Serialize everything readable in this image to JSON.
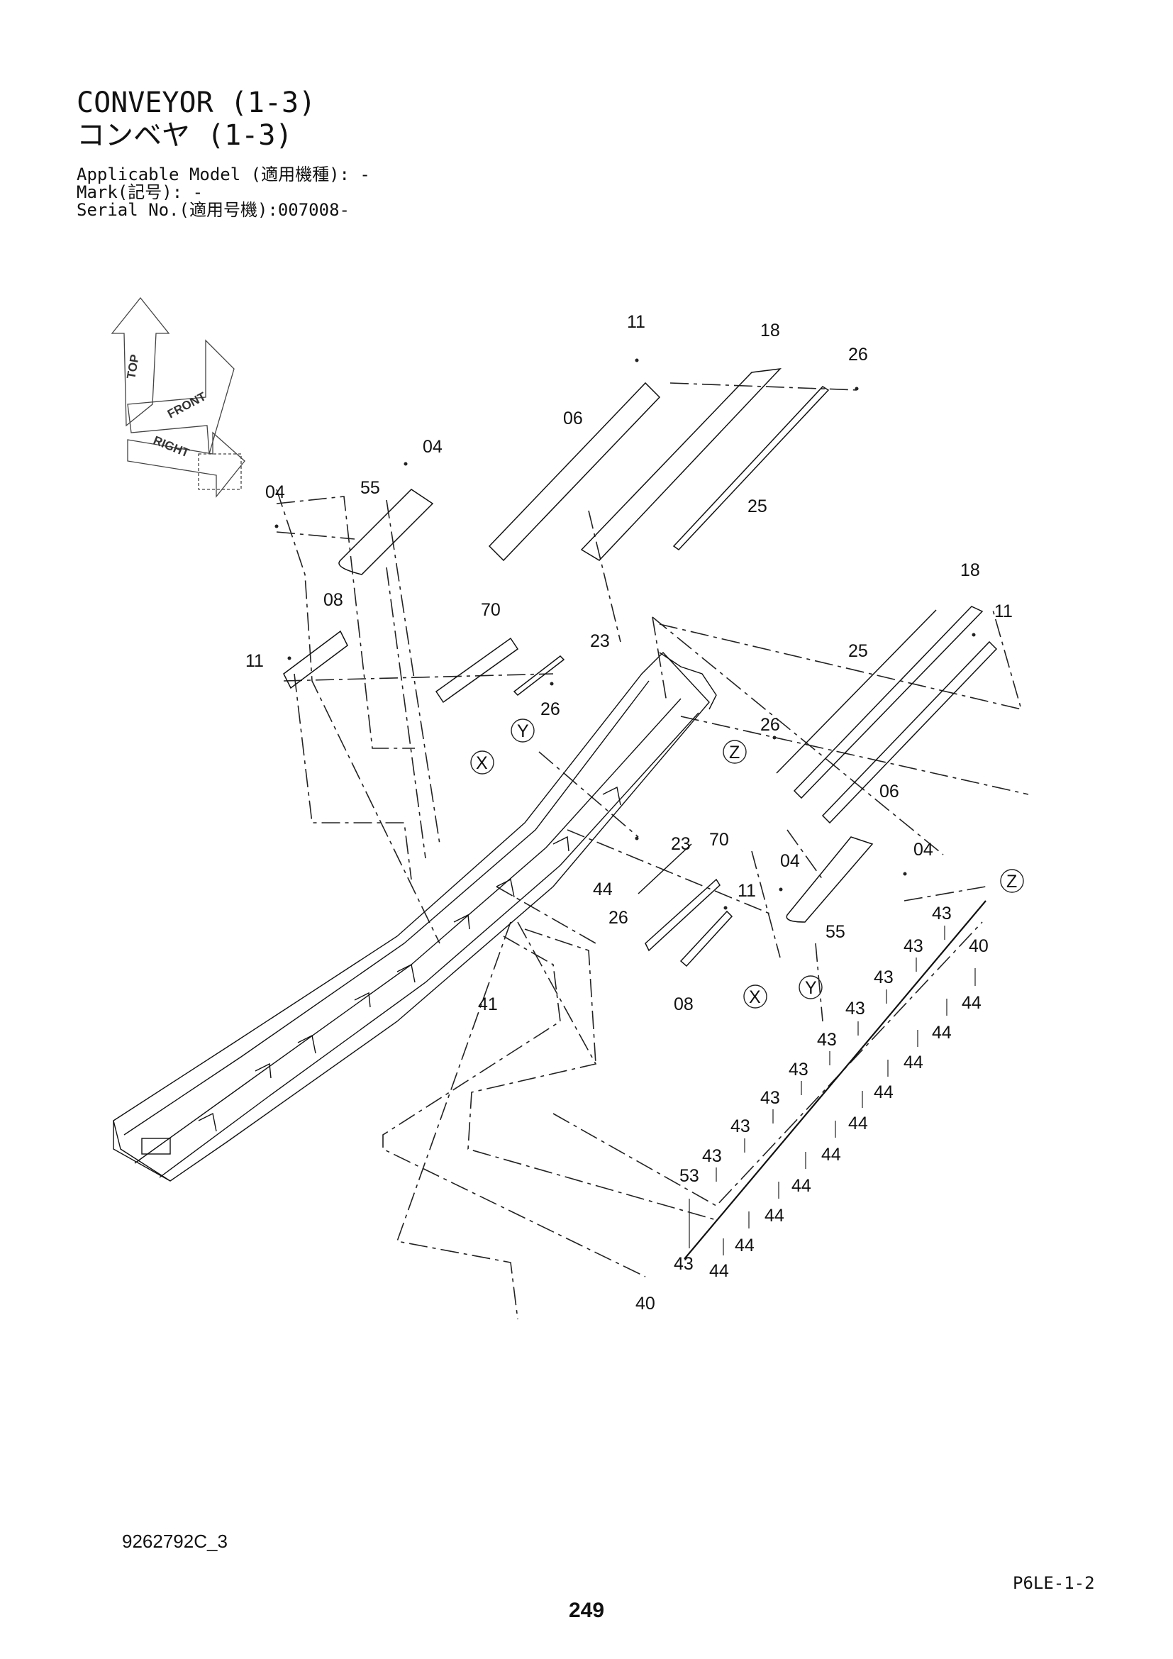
{
  "header": {
    "title_en": "CONVEYOR (1-3)",
    "title_jp": "コンベヤ (1-3)",
    "applicable_model": "Applicable Model (適用機種): -",
    "mark": "Mark(記号): -",
    "serial": "Serial No.(適用号機):007008-"
  },
  "orientation": {
    "top": "TOP",
    "front": "FRONT",
    "right": "RIGHT"
  },
  "callouts": {
    "c11a": "11",
    "c18a": "18",
    "c26a": "26",
    "c06a": "06",
    "c25a": "25",
    "c04a": "04",
    "c04b": "04",
    "c55a": "55",
    "c08a": "08",
    "c70a": "70",
    "c23a": "23",
    "c11b": "11",
    "c26b": "26",
    "c18b": "18",
    "c11c": "11",
    "c25b": "25",
    "c26c": "26",
    "c06b": "06",
    "c44a": "44",
    "c23b": "23",
    "c70b": "70",
    "c04c": "04",
    "c04d": "04",
    "c11d": "11",
    "c26d": "26",
    "c55b": "55",
    "c08b": "08",
    "c41": "41",
    "c53": "53",
    "c40a": "40",
    "c40b": "40",
    "c43bottom": "43",
    "c44bottom": "44",
    "c43_1": "43",
    "c43_2": "43",
    "c43_3": "43",
    "c43_4": "43",
    "c43_5": "43",
    "c43_6": "43",
    "c43_7": "43",
    "c43_8": "43",
    "c43_9": "43",
    "c43_10": "43",
    "c44_1": "44",
    "c44_2": "44",
    "c44_3": "44",
    "c44_4": "44",
    "c44_5": "44",
    "c44_6": "44",
    "c44_7": "44",
    "c44_8": "44",
    "c44_9": "44",
    "c44_10": "44"
  },
  "markers": {
    "x1": "X",
    "y1": "Y",
    "z1": "Z",
    "x2": "X",
    "y2": "Y",
    "z2": "Z"
  },
  "footer": {
    "drawing_no": "9262792C_3",
    "section": "P6LE-1-2",
    "page": "249"
  }
}
